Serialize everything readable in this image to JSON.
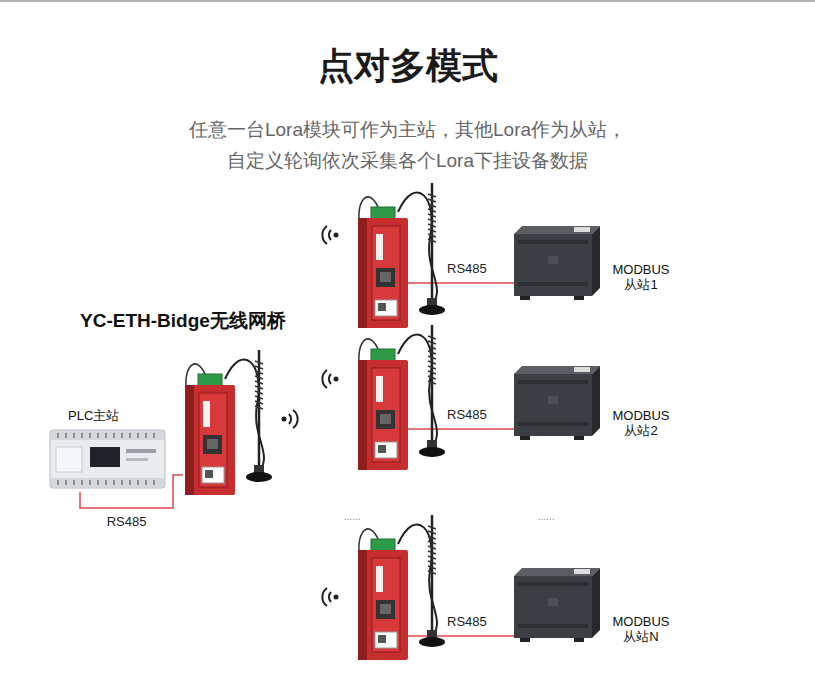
{
  "diagram": {
    "title": "点对多模式",
    "nodes": [
      {
        "text": [
          "MODBUS 从站1"
        ]
      },
      {
        "text": [
          "YC-ETH-Bidge无线网桥"
        ]
      },
      {
        "text": [
          "PLC主站"
        ]
      },
      {
        "text": [
          "MODBUS 从站2"
        ]
      },
      {
        "text": [
          "MODBUS 从站N"
        ]
      }
    ],
    "edges": [
      {
        "from": 2,
        "to": 1,
        "arrow": "none",
        "label": "RS485"
      }
    ],
    "labels": [
      "任意一台Lora模块可作为主站，其他Lora作为从站， 自定义轮询依次采集各个Lora下挂设备数据",
      "RS485",
      "RS485",
      "RS485",
      "......",
      "......"
    ]
  }
}
